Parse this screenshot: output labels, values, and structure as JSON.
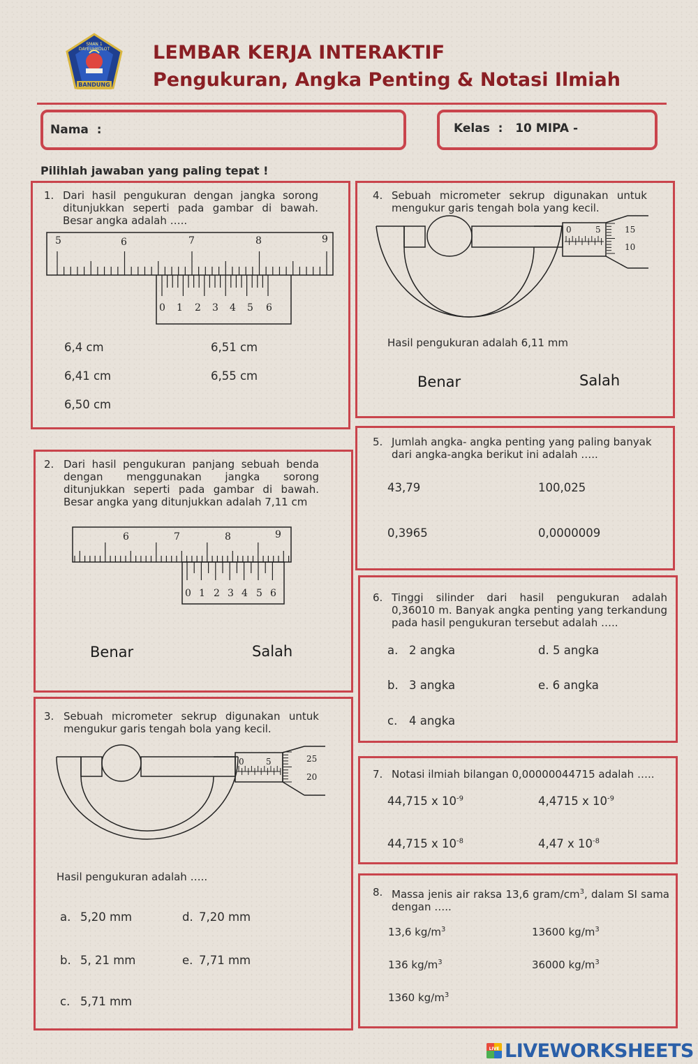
{
  "header": {
    "logo_text_top": "SMAN 1 DAYEUHKOLOT",
    "logo_text_bottom": "BANDUNG",
    "title_line1": "LEMBAR KERJA INTERAKTIF",
    "title_line2": "Pengukuran, Angka Penting & Notasi Ilmiah"
  },
  "fields": {
    "nama_label": "Nama  :",
    "nama_value": "",
    "kelas_label": "Kelas  :   10 MIPA -",
    "kelas_value": ""
  },
  "instruction": "Pilihlah jawaban yang paling tepat !",
  "q1": {
    "num": "1.",
    "text": "Dari hasil pengukuran dengan jangka sorong ditunjukkan seperti pada gambar di bawah. Besar angka adalah …..",
    "main_labels": [
      "5",
      "6",
      "7",
      "8",
      "9"
    ],
    "vernier_labels": [
      "0",
      "1",
      "2",
      "3",
      "4",
      "5",
      "6"
    ],
    "options": [
      "6,4 cm",
      "6,51 cm",
      "6,41 cm",
      "6,55 cm",
      "6,50 cm"
    ]
  },
  "q2": {
    "num": "2.",
    "text": "Dari hasil pengukuran panjang sebuah benda dengan menggunakan jangka sorong ditunjukkan seperti pada gambar di bawah. Besar angka yang ditunjukkan adalah 7,11 cm",
    "main_labels": [
      "6",
      "7",
      "8",
      "9"
    ],
    "vernier_labels": [
      "0",
      "1",
      "2",
      "3",
      "4",
      "5",
      "6"
    ],
    "benar": "Benar",
    "salah": "Salah"
  },
  "q3": {
    "num": "3.",
    "text": "Sebuah micrometer sekrup digunakan untuk mengukur garis tengah bola yang kecil.",
    "sleeve_labels": [
      "0",
      "5"
    ],
    "thimble_labels": [
      "25",
      "20"
    ],
    "result_text": "Hasil pengukuran adalah …..",
    "options": [
      {
        "letter": "a.",
        "text": "5,20 mm"
      },
      {
        "letter": "d.",
        "text": "7,20 mm"
      },
      {
        "letter": "b.",
        "text": "5, 21 mm"
      },
      {
        "letter": "e.",
        "text": "7,71  mm"
      },
      {
        "letter": "c.",
        "text": "5,71 mm"
      }
    ]
  },
  "q4": {
    "num": "4.",
    "text": "Sebuah micrometer sekrup digunakan untuk mengukur garis tengah bola yang kecil.",
    "sleeve_labels": [
      "0",
      "5"
    ],
    "thimble_labels": [
      "15",
      "10"
    ],
    "result_text": "Hasil pengukuran adalah 6,11 mm",
    "benar": "Benar",
    "salah": "Salah"
  },
  "q5": {
    "num": "5.",
    "text": "Jumlah angka- angka penting yang paling banyak dari angka-angka berikut ini adalah …..",
    "options": [
      "43,79",
      "100,025",
      "0,3965",
      "0,0000009"
    ]
  },
  "q6": {
    "num": "6.",
    "text": "Tinggi silinder dari hasil pengukuran adalah 0,36010 m. Banyak angka penting yang terkandung pada hasil pengukuran tersebut adalah …..",
    "options": [
      {
        "letter": "a.",
        "text": "2 angka"
      },
      {
        "letter": "d.",
        "text": "5 angka"
      },
      {
        "letter": "b.",
        "text": "3 angka"
      },
      {
        "letter": "e.",
        "text": "6 angka"
      },
      {
        "letter": "c.",
        "text": "4 angka"
      }
    ]
  },
  "q7": {
    "num": "7.",
    "text": "Notasi ilmiah bilangan 0,00000044715 adalah …..",
    "options": [
      {
        "base": "44,715 x 10",
        "exp": "-9"
      },
      {
        "base": "4,4715 x 10",
        "exp": "-9"
      },
      {
        "base": "44,715 x 10",
        "exp": "-8"
      },
      {
        "base": "4,47 x 10",
        "exp": "-8"
      }
    ]
  },
  "q8": {
    "num": "8.",
    "text_before": "Massa jenis air raksa 13,6 gram/cm",
    "text_sup": "3",
    "text_after": ", dalam SI sama dengan …..",
    "options": [
      {
        "base": "13,6 kg/m",
        "exp": "3"
      },
      {
        "base": "13600 kg/m",
        "exp": "3"
      },
      {
        "base": "136 kg/m",
        "exp": "3"
      },
      {
        "base": "36000 kg/m",
        "exp": "3"
      },
      {
        "base": "1360 kg/m",
        "exp": "3"
      }
    ]
  },
  "footer": {
    "badge": "LIVE",
    "brand": "LIVEWORKSHEETS"
  }
}
